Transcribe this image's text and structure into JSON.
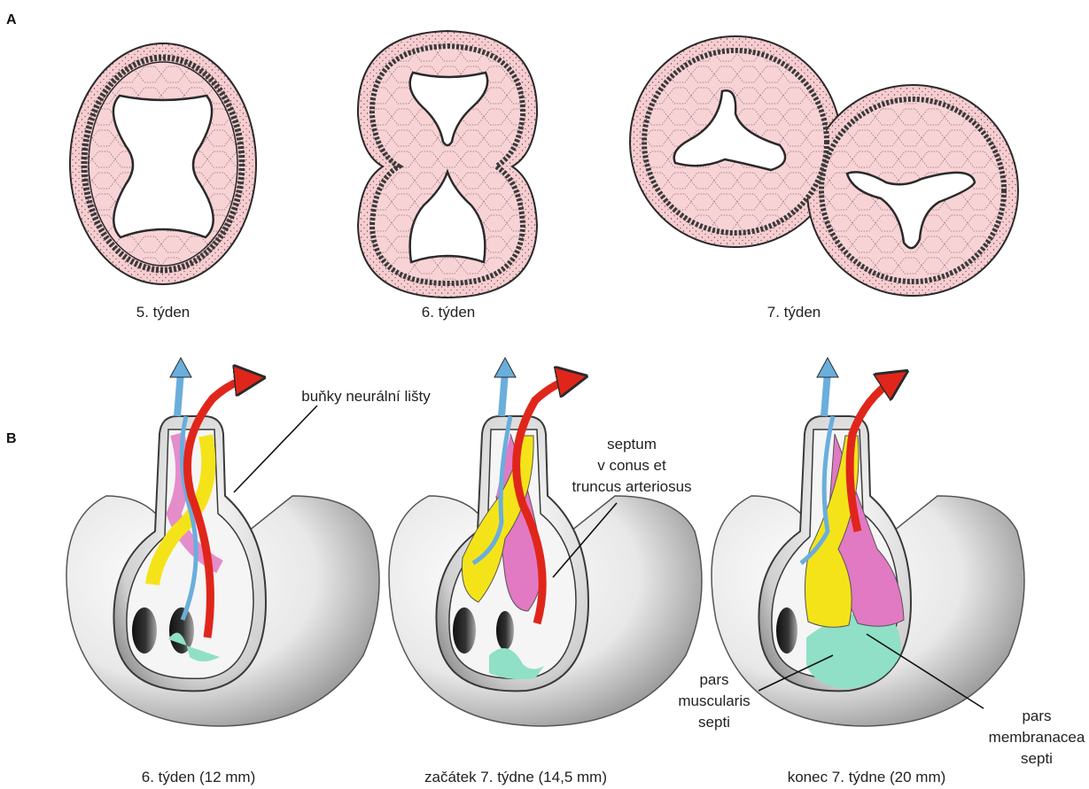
{
  "panel_labels": {
    "a": "A",
    "b": "B"
  },
  "row_a_captions": [
    "5. týden",
    "6. týden",
    "7. týden"
  ],
  "row_b_captions": [
    "6. týden (12 mm)",
    "začátek 7. týdne (14,5 mm)",
    "konec 7. týdne (20 mm)"
  ],
  "callouts": {
    "neural_crest": "buňky neurální lišty",
    "septum_lines": [
      "septum",
      "v conus et",
      "truncus arteriosus"
    ],
    "pars_muscularis_lines": [
      "pars",
      "muscularis",
      "septi"
    ],
    "pars_membranacea_lines": [
      "pars",
      "membranacea",
      "septi"
    ]
  },
  "colors": {
    "tissue_pink": "#f6cdd0",
    "outline": "#2a2a2a",
    "arrow_red": "#e0261b",
    "arrow_blue": "#6aaedc",
    "ridge_pink": "#e279c3",
    "ridge_yellow": "#f5e31a",
    "membrane_green": "#8fe0c6",
    "heart_white": "#f2f2f2",
    "heart_shadow": "#9a9a9a"
  }
}
